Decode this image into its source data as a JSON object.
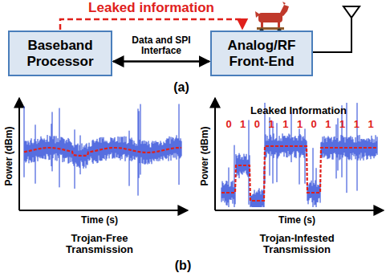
{
  "diagram": {
    "nodes": [
      {
        "text": [
          "Baseband Processor"
        ]
      },
      {
        "text": [
          "Analog/RF Front-End"
        ]
      }
    ],
    "edges": [
      {
        "from": 0,
        "to": 1,
        "arrow": "both",
        "label": "Data and SPI Interface"
      },
      {
        "from": 0,
        "to": 1,
        "arrow": "to",
        "label": "Leaked information"
      }
    ],
    "labels": [
      "(a)",
      "Leaked Information",
      "0",
      "1",
      "0",
      "1",
      "1",
      "1",
      "0",
      "1",
      "1",
      "1",
      "1",
      "Power (dBm)",
      "Time (s)",
      "Trojan-Free Transmission",
      "Power (dBm)",
      "Time (s)",
      "Trojan-Infested Transmission",
      "(b)"
    ]
  }
}
